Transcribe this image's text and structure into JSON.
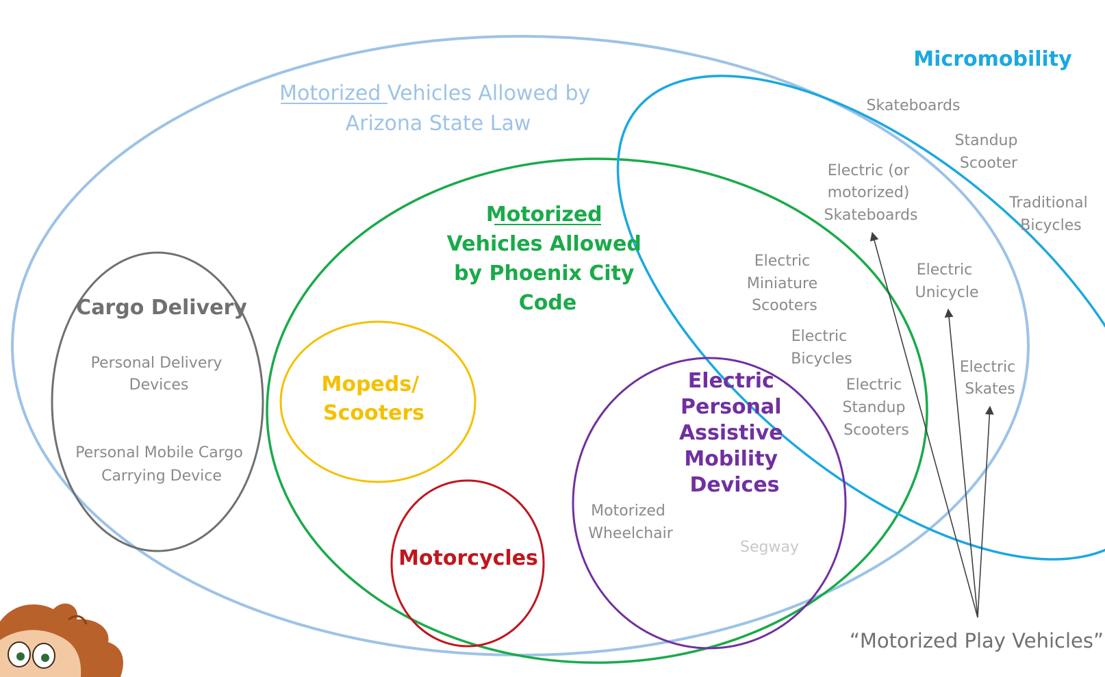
{
  "colors": {
    "state_law": "#9dc3e6",
    "city_code": "#1aaa4a",
    "micromobility": "#1ba8e0",
    "cargo": "#707070",
    "mopeds": "#f5c000",
    "motorcycles": "#c0161d",
    "epamd": "#7030a0",
    "item_text": "#8a8a8a",
    "segway_text": "#c8c8c8",
    "arrow": "#404040"
  },
  "sets": {
    "state_law": {
      "title_line1": "Motorized Vehicles Allowed by",
      "title_line2": "Arizona State Law"
    },
    "city_code": {
      "title_line1": "Motorized",
      "title_line2": "Vehicles Allowed",
      "title_line3": "by Phoenix City",
      "title_line4": "Code"
    },
    "micromobility": {
      "title": "Micromobility"
    },
    "cargo": {
      "title": "Cargo Delivery"
    },
    "mopeds": {
      "title_line1": "Mopeds/",
      "title_line2": "Scooters"
    },
    "motorcycles": {
      "title": "Motorcycles"
    },
    "epamd": {
      "title_line1": "Electric",
      "title_line2": "Personal",
      "title_line3": "Assistive",
      "title_line4": "Mobility",
      "title_line5": "Devices"
    }
  },
  "items": {
    "personal_delivery": {
      "line1": "Personal Delivery",
      "line2": "Devices"
    },
    "mobile_cargo": {
      "line1": "Personal Mobile Cargo",
      "line2": "Carrying Device"
    },
    "skateboards": {
      "line1": "Skateboards"
    },
    "standup_scooter": {
      "line1": "Standup",
      "line2": "Scooter"
    },
    "electric_skateboards": {
      "line1": "Electric (or",
      "line2": "motorized)",
      "line3": "Skateboards"
    },
    "traditional_bicycles": {
      "line1": "Traditional",
      "line2": "Bicycles"
    },
    "electric_miniature_scooters": {
      "line1": "Electric",
      "line2": "Miniature",
      "line3": "Scooters"
    },
    "electric_unicycle": {
      "line1": "Electric",
      "line2": "Unicycle"
    },
    "electric_bicycles": {
      "line1": "Electric",
      "line2": "Bicycles"
    },
    "electric_skates": {
      "line1": "Electric",
      "line2": "Skates"
    },
    "electric_standup_scooters": {
      "line1": "Electric",
      "line2": "Standup",
      "line3": "Scooters"
    },
    "motorized_wheelchair": {
      "line1": "Motorized",
      "line2": "Wheelchair"
    },
    "segway": {
      "line1": "Segway"
    }
  },
  "play_vehicles": {
    "label": "“Motorized Play Vehicles”"
  },
  "mascot": {
    "icon": "cartoon-mascot-icon"
  }
}
